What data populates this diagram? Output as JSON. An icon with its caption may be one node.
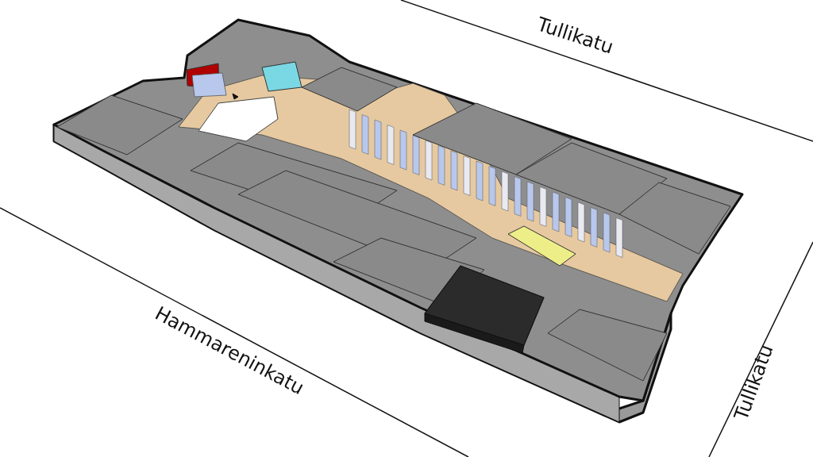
{
  "diagram": {
    "labels": [
      "Tullikatu",
      "Hammareninkatu",
      "Tullikatu"
    ]
  }
}
